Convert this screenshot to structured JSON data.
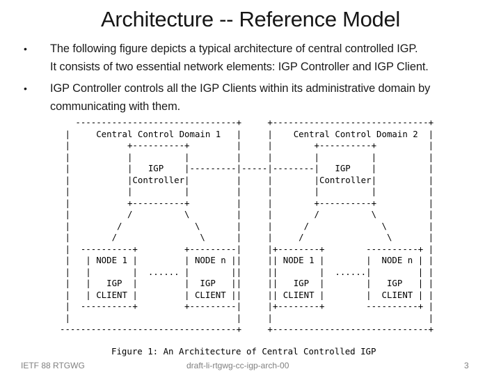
{
  "slide": {
    "title": "Architecture -- Reference Model",
    "bullets": [
      {
        "marker": "•",
        "lines": [
          "The following figure depicts a typical architecture of central controlled IGP.",
          "It consists of two essential network elements: IGP Controller and IGP Client."
        ]
      },
      {
        "marker": "•",
        "lines": [
          "IGP Controller controls all the IGP Clients within its administrative domain by",
          "communicating with them."
        ]
      }
    ],
    "diagram": {
      "ascii_lines": [
        "   -------------------------------+     +------------------------------+",
        " |     Central Control Domain 1   |     |    Central Control Domain 2  |",
        " |           +----------+         |     |        +----------+          |",
        " |           |          |         |     |        |          |          |",
        " |           |   IGP    |---------|-----|--------|   IGP    |          |",
        " |           |Controller|         |     |        |Controller|          |",
        " |           |          |         |     |        |          |          |",
        " |           +----------+         |     |        +----------+          |",
        " |           /          \\         |     |        /          \\          |",
        " |         /              \\       |     |      /              \\        |",
        " |        /                \\      |     |     /                \\       |",
        " |  ----------+         +---------|     |+--------+        ----------+ |",
        " |   | NODE 1 |         | NODE n ||     || NODE 1 |        |  NODE n | |",
        " |   |        |  ...... |        ||     ||        |  ......|         | |",
        " |   |   IGP  |         |  IGP   ||     ||   IGP  |        |   IGP   | |",
        " |   | CLIENT |         | CLIENT ||     || CLIENT |        |  CLIENT | |",
        " |  ----------+         +---------|     |+--------+        ----------+ |",
        " |                                |     |                              |",
        "----------------------------------+     +------------------------------+"
      ],
      "caption": "Figure 1: An Architecture of Central Controlled IGP",
      "domains": [
        {
          "name": "Central Control Domain 1",
          "controller": "IGP Controller",
          "nodes": [
            "NODE 1 IGP CLIENT",
            "NODE n IGP CLIENT"
          ]
        },
        {
          "name": "Central Control Domain 2",
          "controller": "IGP Controller",
          "nodes": [
            "NODE 1 IGP CLIENT",
            "NODE n IGP CLIENT"
          ]
        }
      ]
    },
    "footer": {
      "left": "IETF 88 RTGWG",
      "center": "draft-li-rtgwg-cc-igp-arch-00",
      "page": "3"
    }
  },
  "colors": {
    "background": "#ffffff",
    "text": "#1a1a1a",
    "diagram_text": "#000000",
    "footer": "#7f7f7f"
  }
}
